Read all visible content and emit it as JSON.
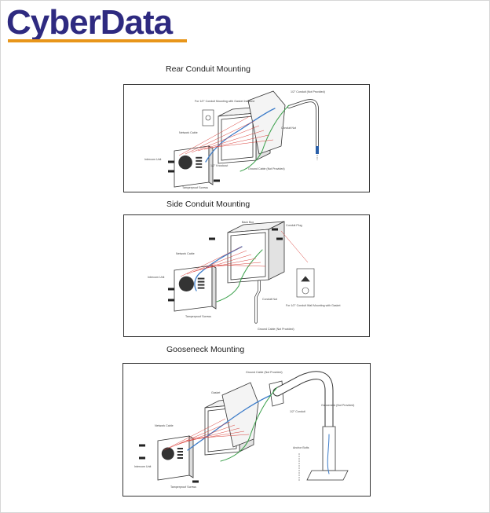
{
  "brand": {
    "name": "CyberData",
    "text_color": "#2e2a80",
    "underline_color": "#e8961a"
  },
  "sections": [
    {
      "title": "Rear Conduit Mounting",
      "labels": [
        "For 1/2\" Conduit Mounting with Gasket Installed",
        "1/2\" Conduit (Not Provided)",
        "Conduit Nut",
        "Network Cable",
        "Ground Cable (Not Provided)",
        "1/2\" Knockout",
        "Tamperproof Screws",
        "Intercom Unit"
      ]
    },
    {
      "title": "Side Conduit Mounting",
      "labels": [
        "Back Box",
        "Conduit Plug",
        "Network Cable",
        "For 1/2\" Conduit Wall Mounting with Gasket",
        "Ground Cable (Not Provided)",
        "Tamperproof Screws",
        "Intercom Unit",
        "Conduit Nut"
      ]
    },
    {
      "title": "Gooseneck Mounting",
      "labels": [
        "Gooseneck (Not Provided)",
        "1/2\" Conduit",
        "Network Cable",
        "Ground Cable (Not Provided)",
        "Anchor Bolts",
        "Tamperproof Screws",
        "Intercom Unit",
        "Gasket"
      ]
    }
  ],
  "colors": {
    "outline": "#333333",
    "ray": "#d9403a",
    "network_cable": "#3a7ac8",
    "ground_cable": "#3aa04a",
    "label_text": "#444444"
  }
}
